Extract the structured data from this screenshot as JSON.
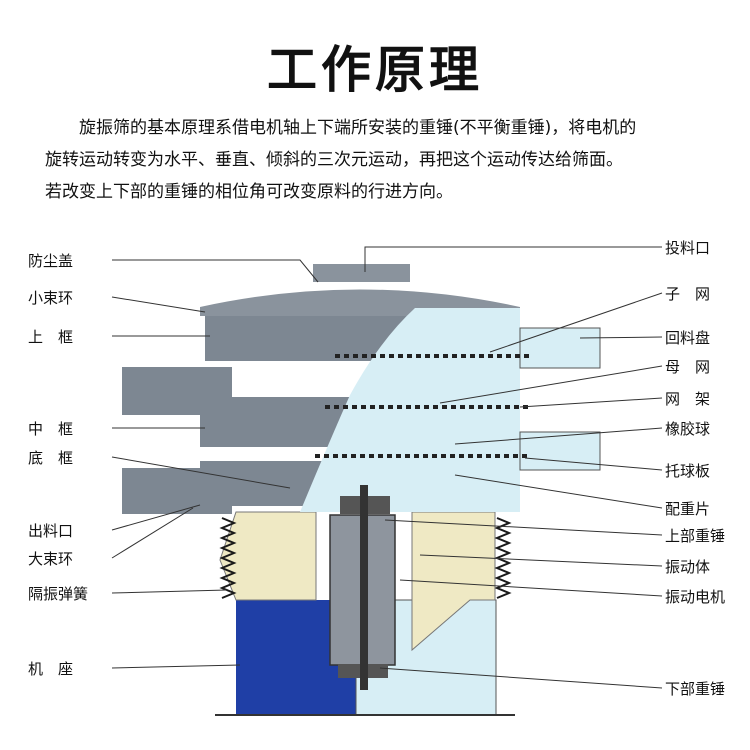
{
  "title": "工作原理",
  "description": [
    "旋振筛的基本原理系借电机轴上下端所安装的重锤(不平衡重锤)，将电机的",
    "旋转运动转变为水平、垂直、倾斜的三次元运动，再把这个运动传达给筛面。",
    "若改变上下部的重锤的相位角可改变原料的行进方向。"
  ],
  "labels": {
    "left": [
      "防尘盖",
      "小束环",
      "上　框",
      "中　框",
      "底　框",
      "出料口",
      "大束环",
      "隔振弹簧",
      "机　座"
    ],
    "right": [
      "投料口",
      "子　网",
      "回料盘",
      "母　网",
      "网　架",
      "橡胶球",
      "托球板",
      "配重片",
      "上部重锤",
      "振动体",
      "振动电机",
      "下部重锤"
    ]
  },
  "colors": {
    "frame": "#7d8792",
    "cutaway": "#d7eef5",
    "base": "#1f3fa6",
    "panel": "#efe9c4",
    "motor": "#8e959e",
    "spring": "#1a1a1a"
  }
}
